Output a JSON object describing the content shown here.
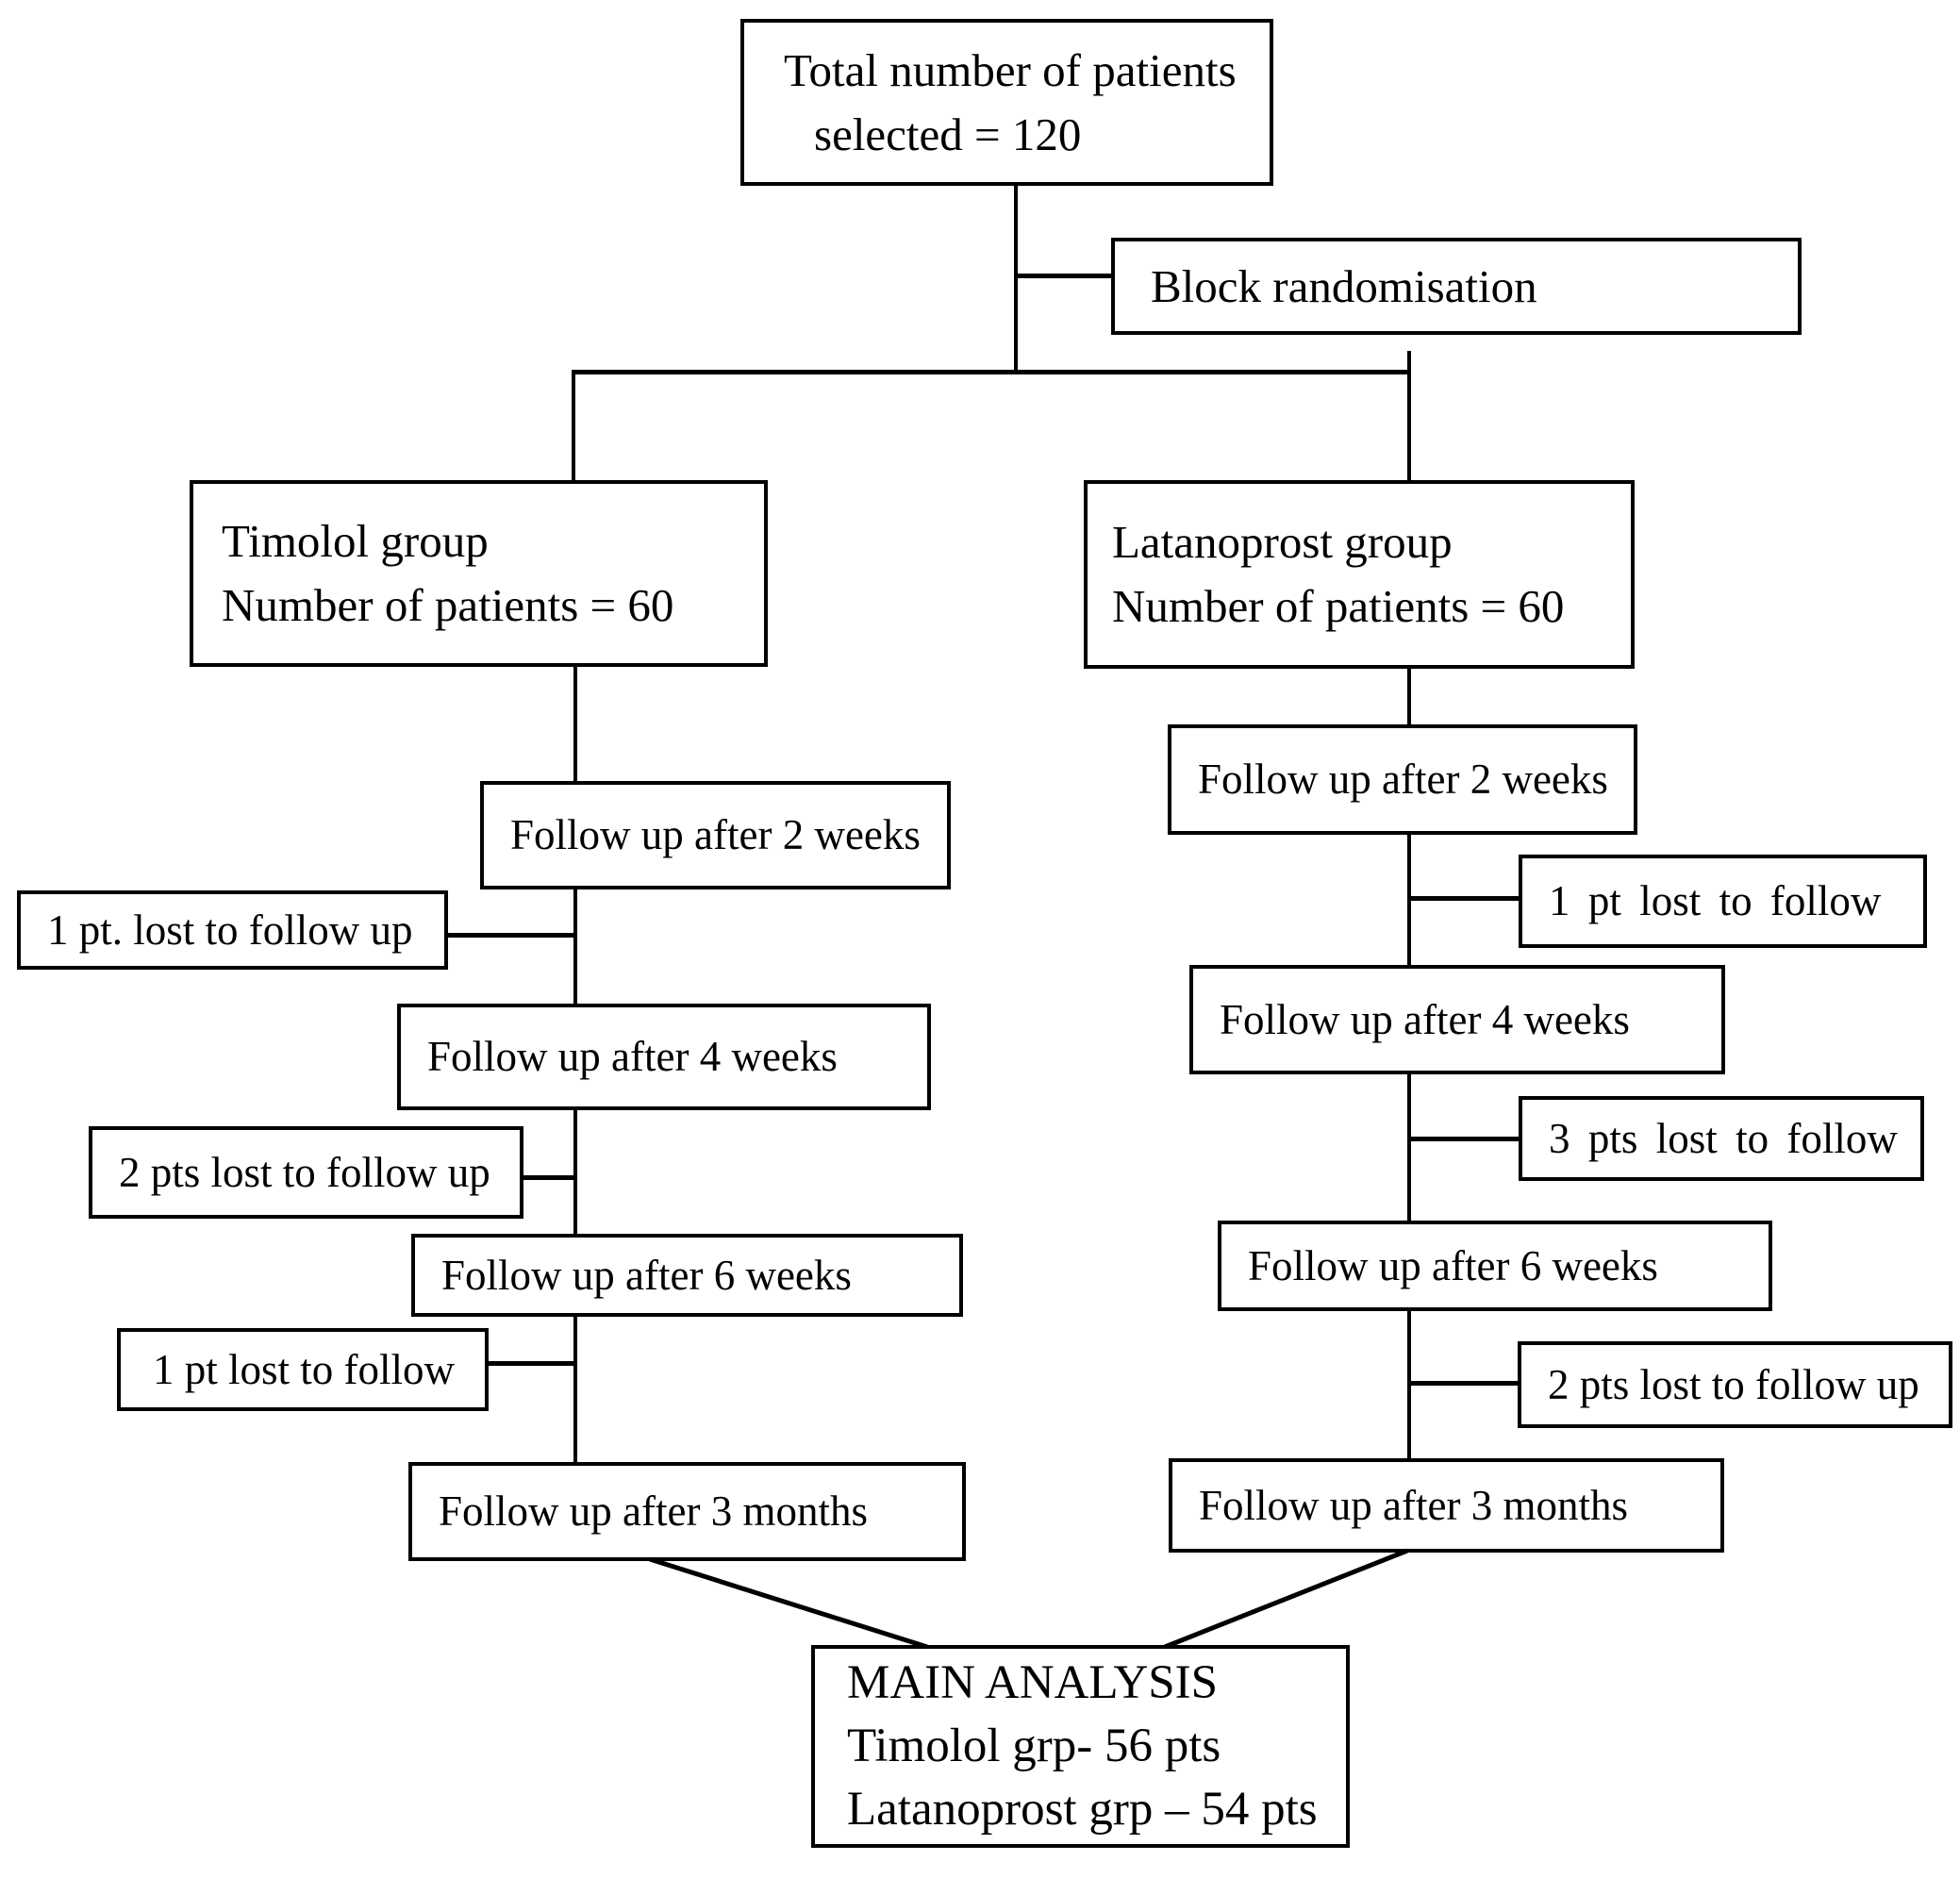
{
  "flowchart": {
    "background_color": "#ffffff",
    "line_color": "#000000",
    "text_color": "#000000",
    "total_box": {
      "line1": "Total number of patients",
      "line2": "selected = 120"
    },
    "block_randomisation_label": "Block randomisation",
    "timolol_group": {
      "line1": "Timolol group",
      "line2": "Number of patients = 60"
    },
    "latanoprost_group": {
      "line1": "Latanoprost group",
      "line2": "Number of patients = 60"
    },
    "timolol_column": {
      "followup_2_weeks": "Follow up after 2 weeks",
      "lost_after_2_weeks": "1 pt. lost to follow up",
      "followup_4_weeks": "Follow up after 4 weeks",
      "lost_after_4_weeks": "2 pts lost to follow up",
      "followup_6_weeks": "Follow up after 6 weeks",
      "lost_after_6_weeks": "1 pt lost to follow",
      "followup_3_months": "Follow up after 3 months"
    },
    "latanoprost_column": {
      "followup_2_weeks": "Follow up after 2 weeks",
      "lost_after_2_weeks": "1 pt lost to follow",
      "followup_4_weeks": "Follow up after 4 weeks",
      "lost_after_4_weeks": "3 pts lost to follow",
      "followup_6_weeks": "Follow up after 6 weeks",
      "lost_after_6_weeks": "2 pts lost to follow up",
      "followup_3_months": "Follow up after 3 months"
    },
    "main_analysis": {
      "line1": "MAIN ANALYSIS",
      "line2": "Timolol grp- 56 pts",
      "line3": "Latanoprost grp – 54 pts"
    }
  }
}
